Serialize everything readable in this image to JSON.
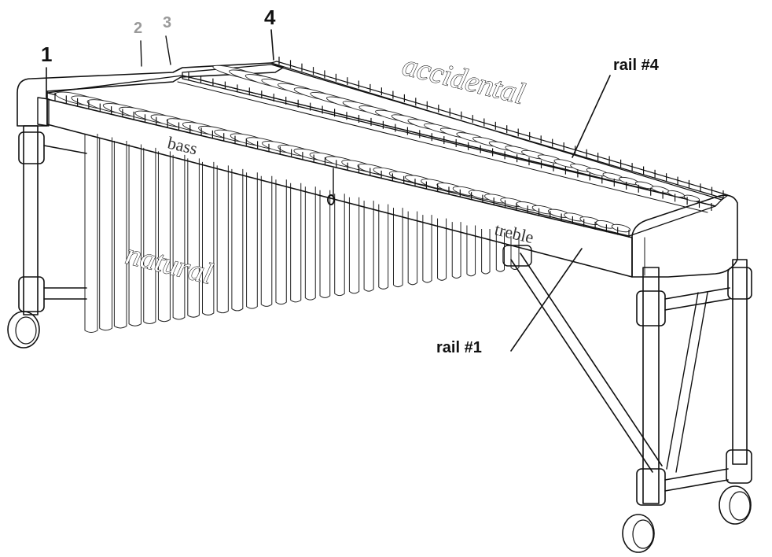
{
  "labels": {
    "rail_1_number": "1",
    "rail_2_number": "2",
    "rail_3_number": "3",
    "rail_4_number": "4",
    "rail_4_callout": "rail #4",
    "rail_1_callout": "rail #1",
    "accidental": "accidental",
    "natural": "natural",
    "bass": "bass",
    "treble": "treble"
  },
  "colors": {
    "active_rail_label": "#111111",
    "inactive_rail_label": "#9a9a9a",
    "rail_fill": "#e3e3e3",
    "end_cap_dark": "#666666"
  }
}
